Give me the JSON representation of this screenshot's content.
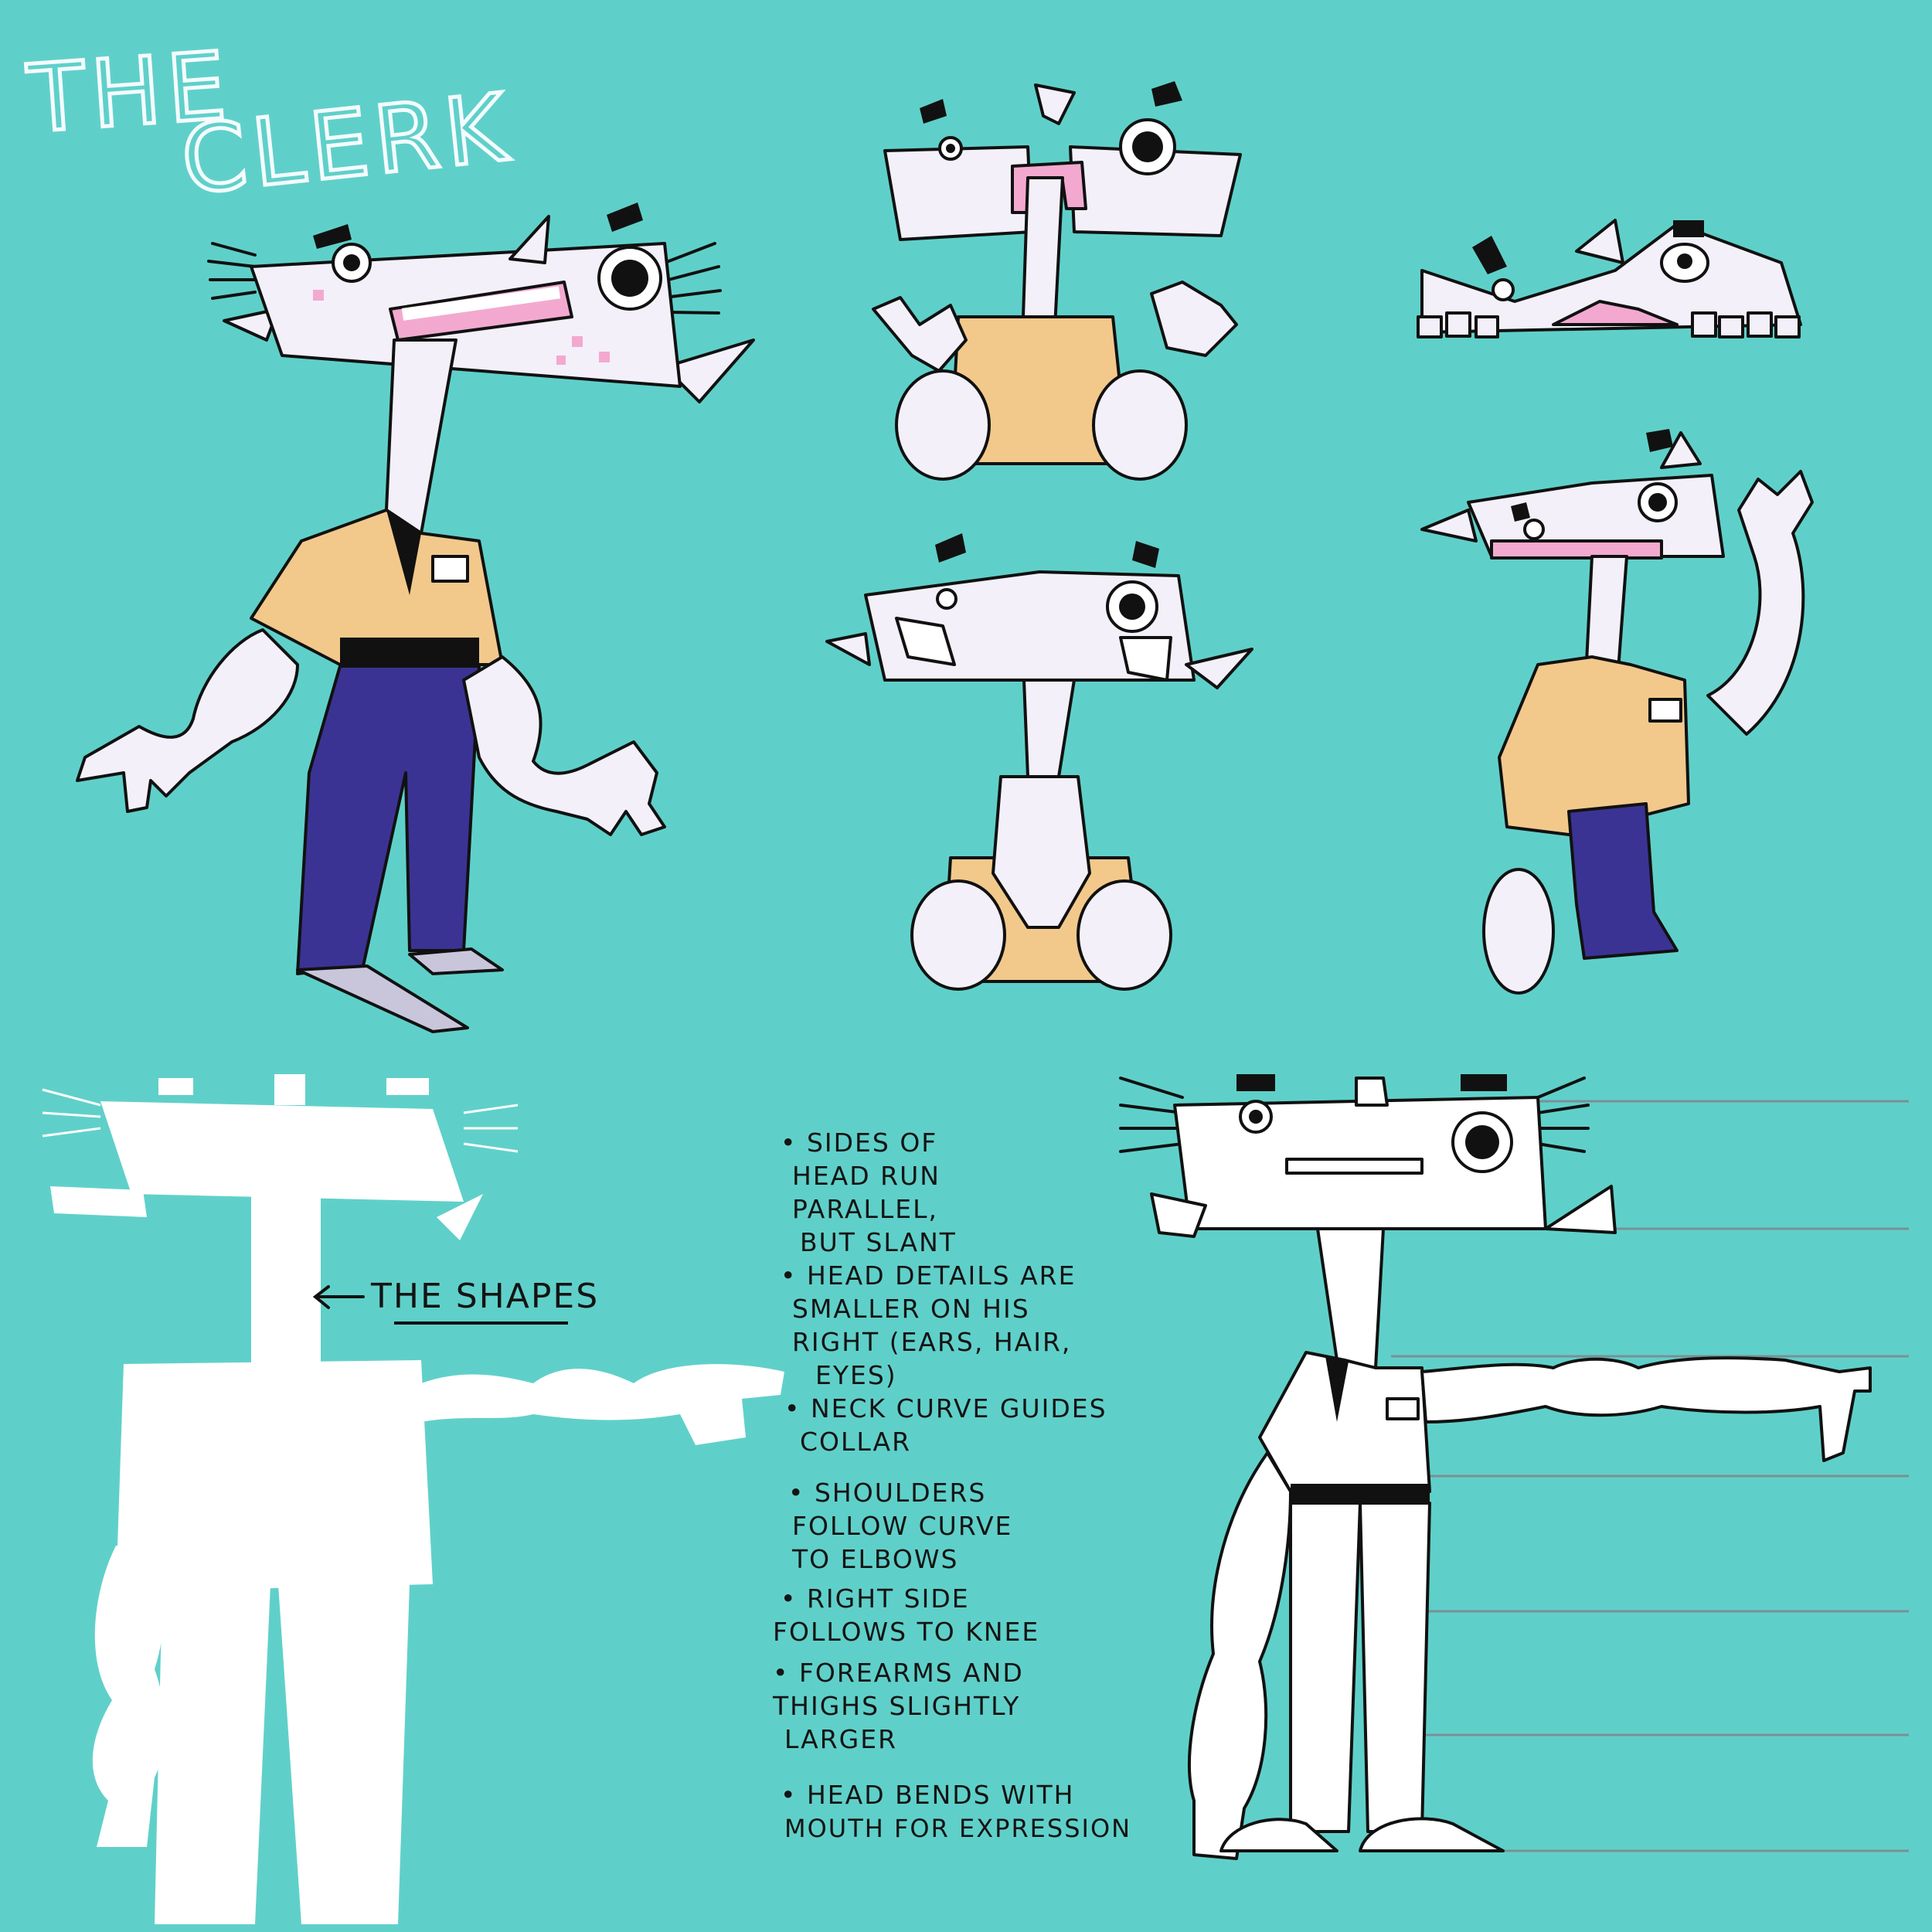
{
  "title": {
    "line1": "THE",
    "line2": "CLERK"
  },
  "shapes_label": "THE SHAPES",
  "notes": [
    "• SIDES OF",
    "HEAD RUN",
    "PARALLEL,",
    "BUT SLANT",
    "• HEAD DETAILS ARE",
    "SMALLER ON HIS",
    "RIGHT (EARS, HAIR,",
    "EYES)",
    "• NECK CURVE GUIDES",
    "COLLAR",
    "• SHOULDERS",
    "FOLLOW CURVE",
    "TO ELBOWS",
    "• RIGHT SIDE",
    "FOLLOWS TO KNEE",
    "• FOREARMS AND",
    "THIGHS SLIGHTLY",
    "LARGER",
    "• HEAD BENDS WITH",
    "MOUTH FOR EXPRESSION"
  ],
  "colors": {
    "background": "#5fd0c9",
    "skin": "#f3f0fa",
    "shirt": "#f2c98b",
    "pants": "#3b3393",
    "blush": "#f3a9cf",
    "ink": "#111111",
    "guide_lines": "#7c8f95"
  }
}
